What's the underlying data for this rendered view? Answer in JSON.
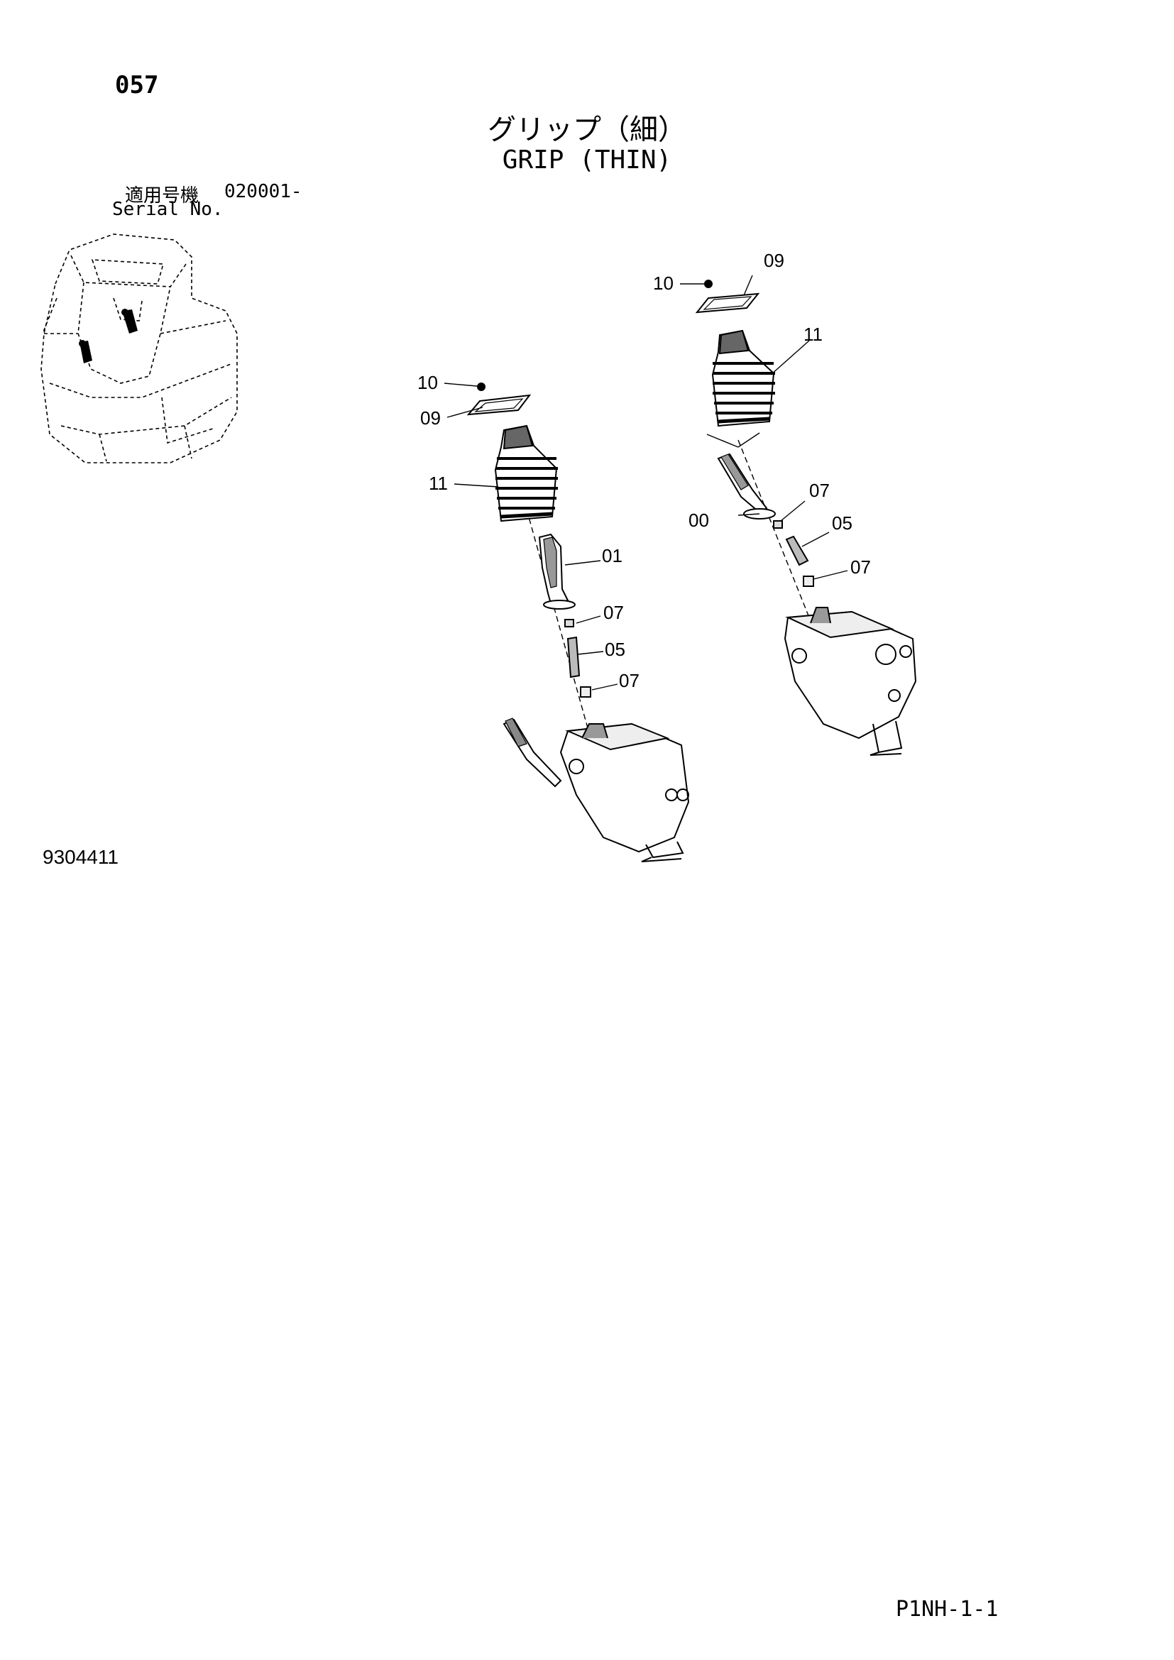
{
  "header": {
    "page_number": "057",
    "title_jp": "グリップ（細）",
    "title_en": "GRIP (THIN)",
    "serial_label_jp": "適用号機",
    "serial_value": "020001-",
    "serial_label_en": "Serial No."
  },
  "footer": {
    "drawing_number": "9304411",
    "sheet_code": "P1NH-1-1"
  },
  "callouts": {
    "left": {
      "c10": "10",
      "c09": "09",
      "c11": "11",
      "c01": "01",
      "c07a": "07",
      "c05": "05",
      "c07b": "07"
    },
    "right": {
      "c10": "10",
      "c09": "09",
      "c11": "11",
      "c00": "00",
      "c07a": "07",
      "c05": "05",
      "c07b": "07"
    }
  }
}
